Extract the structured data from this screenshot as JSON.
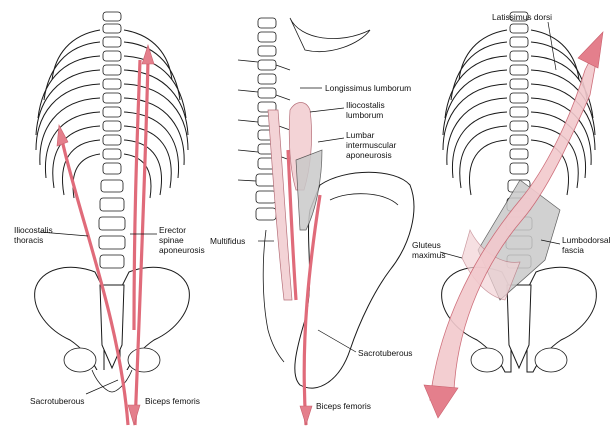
{
  "panels": {
    "left": {
      "labels": {
        "iliocostalis_thoracis_1": "Iliocostalis",
        "iliocostalis_thoracis_2": "thoracis",
        "erector_1": "Erector",
        "erector_2": "spinae",
        "erector_3": "aponeurosis",
        "sacrotuberous": "Sacrotuberous",
        "biceps_femoris": "Biceps femoris"
      }
    },
    "middle": {
      "labels": {
        "longissimus": "Longissimus lumborum",
        "iliocostalis_lumborum_1": "Iliocostalis",
        "iliocostalis_lumborum_2": "lumborum",
        "lumbar_1": "Lumbar",
        "lumbar_2": "intermuscular",
        "lumbar_3": "aponeurosis",
        "multifidus": "Multifidus",
        "sacrotuberous": "Sacrotuberous",
        "biceps_femoris": "Biceps femoris"
      }
    },
    "right": {
      "labels": {
        "latissimus": "Latissimus dorsi",
        "gluteus_1": "Gluteus",
        "gluteus_2": "maximus",
        "lumbodorsal_1": "Lumbodorsal",
        "lumbodorsal_2": "fascia"
      }
    }
  },
  "colors": {
    "arrow": "#e47f8c",
    "fascia": "#c9c9c9",
    "bone_outline": "#1a1a1a"
  }
}
